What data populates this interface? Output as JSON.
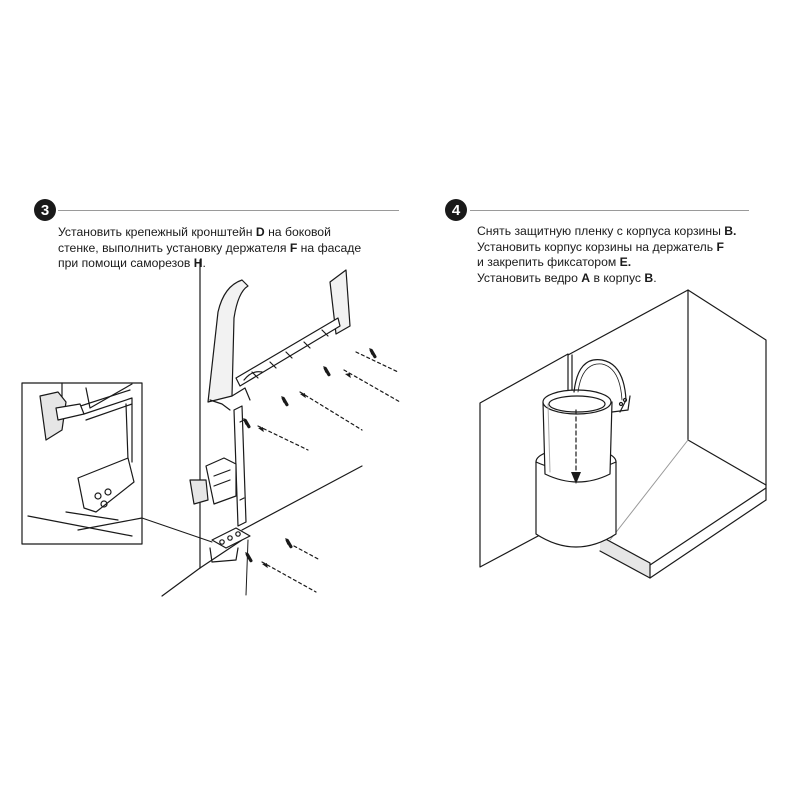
{
  "step3": {
    "number": "3",
    "lines": [
      {
        "parts": [
          {
            "t": "Установить крепежный кронштейн "
          },
          {
            "t": "D",
            "b": true
          },
          {
            "t": " на боковой"
          }
        ]
      },
      {
        "parts": [
          {
            "t": "стенке, выполнить установку держателя "
          },
          {
            "t": "F",
            "b": true
          },
          {
            "t": " на фасаде"
          }
        ]
      },
      {
        "parts": [
          {
            "t": "при помощи саморезов "
          },
          {
            "t": "H",
            "b": true
          },
          {
            "t": "."
          }
        ]
      }
    ]
  },
  "step4": {
    "number": "4",
    "lines": [
      {
        "parts": [
          {
            "t": "Снять защитную пленку с корпуса корзины "
          },
          {
            "t": "B.",
            "b": true
          }
        ]
      },
      {
        "parts": [
          {
            "t": "Установить корпус корзины на держатель "
          },
          {
            "t": "F",
            "b": true
          }
        ]
      },
      {
        "parts": [
          {
            "t": "и закрепить фиксатором "
          },
          {
            "t": "E.",
            "b": true
          }
        ]
      },
      {
        "parts": [
          {
            "t": "Установить ведро "
          },
          {
            "t": "A",
            "b": true
          },
          {
            "t": " в корпус "
          },
          {
            "t": "B",
            "b": true
          },
          {
            "t": "."
          }
        ]
      }
    ]
  },
  "colors": {
    "line": "#1a1a1a",
    "rule": "#9a9a9a",
    "badge": "#1a1a1a",
    "shade": "#e6e6e6"
  },
  "icons": {
    "badge_shape": "filled-circle",
    "screw": "screw-icon",
    "arrow": "dashed-arrow-icon"
  }
}
